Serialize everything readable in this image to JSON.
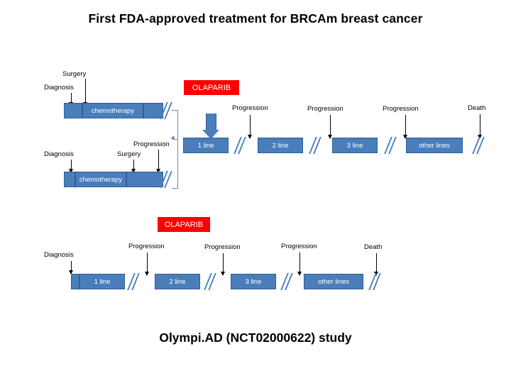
{
  "title": "First FDA-approved treatment for BRCAm breast cancer",
  "footer": "Olympi.AD (NCT02000622) study",
  "colors": {
    "bar_fill": "#4a7ebb",
    "bar_stroke": "#2f5e96",
    "olaparib_fill": "#ff0000",
    "text_dark": "#000000",
    "text_light": "#ffffff"
  },
  "diagram": {
    "arm_top": {
      "labels": {
        "diagnosis": "Diagnosis",
        "surgery": "Surgery",
        "chemotherapy": "chemotherapy",
        "olaparib": "OLAPARIB"
      }
    },
    "arm_middle": {
      "labels": {
        "diagnosis": "Diagnosis",
        "surgery": "Surgery",
        "chemotherapy": "chemotherapy",
        "progression_pre": "Progression"
      },
      "events": [
        {
          "event": "Progression",
          "line": "1 line"
        },
        {
          "event": "Progression",
          "line": "2 line"
        },
        {
          "event": "Progression",
          "line": "3 line"
        },
        {
          "event": "Death",
          "line": "other lines"
        }
      ]
    },
    "arm_bottom": {
      "labels": {
        "diagnosis": "Diagnosis",
        "olaparib": "OLAPARIB"
      },
      "events": [
        {
          "event": "",
          "line": "1 line"
        },
        {
          "event": "Progression",
          "line": "2 line"
        },
        {
          "event": "Progression",
          "line": "3 line"
        },
        {
          "event": "Progression",
          "line": "other lines"
        },
        {
          "event": "Death",
          "line": ""
        }
      ]
    }
  }
}
